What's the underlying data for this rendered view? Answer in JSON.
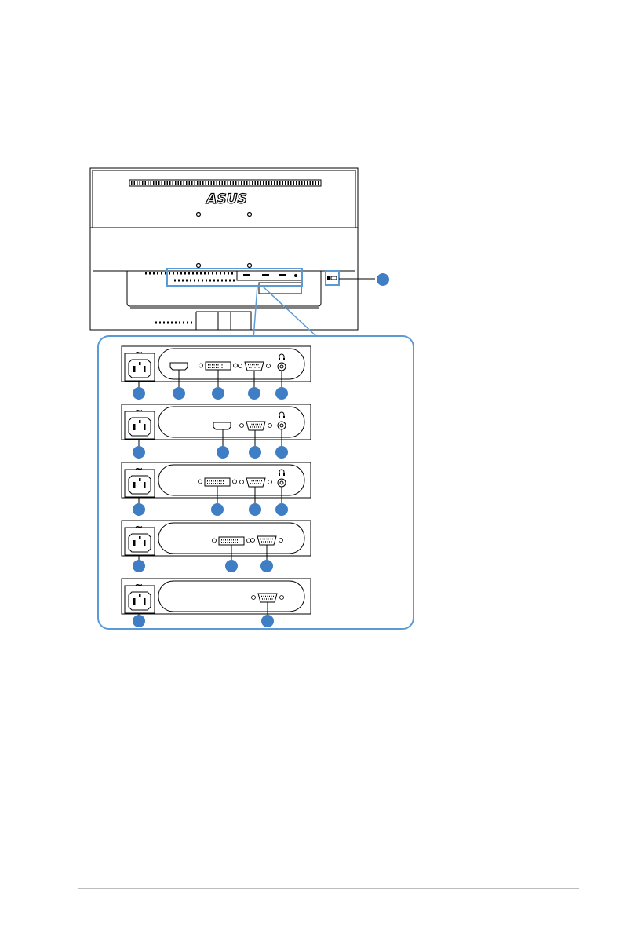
{
  "brand": {
    "logo_text": "ASUS"
  },
  "accent_color": "#5b9bd5",
  "callout_color": "#3f7dc4",
  "panels": [
    {
      "name": "full-io",
      "ports": [
        "power-ac-in",
        "hdmi",
        "dvi",
        "vga",
        "audio-in"
      ]
    },
    {
      "name": "hdmi-vga-audio",
      "ports": [
        "power-ac-in",
        "hdmi",
        "vga",
        "audio-in"
      ]
    },
    {
      "name": "dvi-vga-audio",
      "ports": [
        "power-ac-in",
        "dvi",
        "vga",
        "audio-in"
      ]
    },
    {
      "name": "dvi-vga",
      "ports": [
        "power-ac-in",
        "dvi",
        "vga"
      ]
    },
    {
      "name": "vga-only",
      "ports": [
        "power-ac-in",
        "vga"
      ]
    }
  ],
  "icons": {
    "power": "ac-power-tilde-icon",
    "audio": "audio-headphone-icon",
    "lock": "kensington-lock-icon"
  }
}
